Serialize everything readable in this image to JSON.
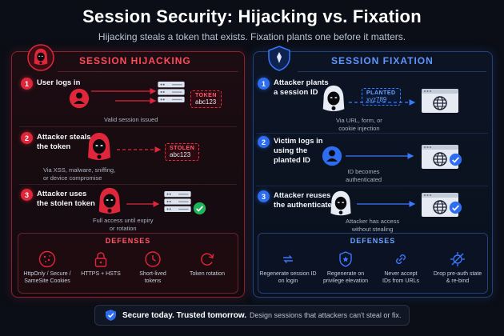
{
  "header": {
    "title": "Session Security: Hijacking vs. Fixation",
    "subtitle": "Hijacking steals a token that exists. Fixation plants one before it matters."
  },
  "hijacking": {
    "title": "SESSION HIJACKING",
    "steps": [
      {
        "num": "1",
        "label_lines": [
          "User logs in"
        ],
        "caption": "Valid session issued"
      },
      {
        "num": "2",
        "label_lines": [
          "Attacker steals",
          "the token"
        ],
        "caption_lines": [
          "Via XSS, malware, sniffing,",
          "or device compromise"
        ]
      },
      {
        "num": "3",
        "label_lines": [
          "Attacker uses",
          "the stolen token"
        ],
        "caption_lines": [
          "Full access until expiry",
          "or rotation"
        ]
      }
    ],
    "token": {
      "label": "TOKEN",
      "value": "abc123"
    },
    "stolen": {
      "label": "STOLEN",
      "value": "abc123"
    },
    "defenses_title": "DEFENSES",
    "defenses": [
      {
        "lines": [
          "HttpOnly / Secure /",
          "SameSite Cookies"
        ],
        "icon": "cookie-icon"
      },
      {
        "lines": [
          "HTTPS + HSTS"
        ],
        "icon": "lock-icon"
      },
      {
        "lines": [
          "Short-lived",
          "tokens"
        ],
        "icon": "clock-icon"
      },
      {
        "lines": [
          "Token rotation"
        ],
        "icon": "rotate-icon"
      }
    ]
  },
  "fixation": {
    "title": "SESSION FIXATION",
    "steps": [
      {
        "num": "1",
        "label_lines": [
          "Attacker plants",
          "a session ID"
        ],
        "caption_lines": [
          "Via URL, form, or",
          "cookie injection"
        ]
      },
      {
        "num": "2",
        "label_lines": [
          "Victim logs in",
          "using the",
          "planted ID"
        ],
        "caption_lines": [
          "ID becomes",
          "authenticated"
        ]
      },
      {
        "num": "3",
        "label_lines": [
          "Attacker reuses",
          "the authenticated ID"
        ],
        "caption_lines": [
          "Attacker has access",
          "without stealing"
        ]
      }
    ],
    "planted": {
      "label": "PLANTED",
      "value": "xyz789"
    },
    "defenses_title": "DEFENSES",
    "defenses": [
      {
        "lines": [
          "Regenerate session ID",
          "on login"
        ],
        "icon": "regenerate-icon"
      },
      {
        "lines": [
          "Regenerate on",
          "privilege elevation"
        ],
        "icon": "shield-star-icon"
      },
      {
        "lines": [
          "Never accept",
          "IDs from URLs"
        ],
        "icon": "link-block-icon"
      },
      {
        "lines": [
          "Drop pre-auth state",
          "& re-bind"
        ],
        "icon": "drop-icon"
      }
    ]
  },
  "footer": {
    "strong": "Secure today. Trusted tomorrow.",
    "text": "Design sessions that attackers can't steal or fix."
  },
  "colors": {
    "red": "#e0263a",
    "blue": "#2e6cf0",
    "green": "#21b35b",
    "bg": "#0b0e16"
  }
}
